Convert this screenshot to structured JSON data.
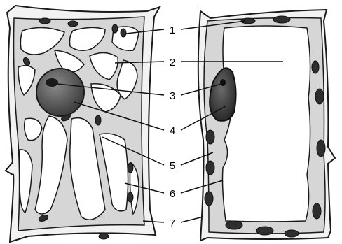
{
  "figure": {
    "labels": [
      {
        "text": "1"
      },
      {
        "text": "2"
      },
      {
        "text": "3"
      },
      {
        "text": "4"
      },
      {
        "text": "5"
      },
      {
        "text": "6"
      },
      {
        "text": "7"
      }
    ]
  },
  "colors": {
    "ink": "#1a1a1a",
    "cytoplasm": "#d6d6d6",
    "vacuole": "#ffffff",
    "wall": "#f2f2f2",
    "nucleus": "#5a5a5a",
    "plastid": "#3a3a3a"
  }
}
